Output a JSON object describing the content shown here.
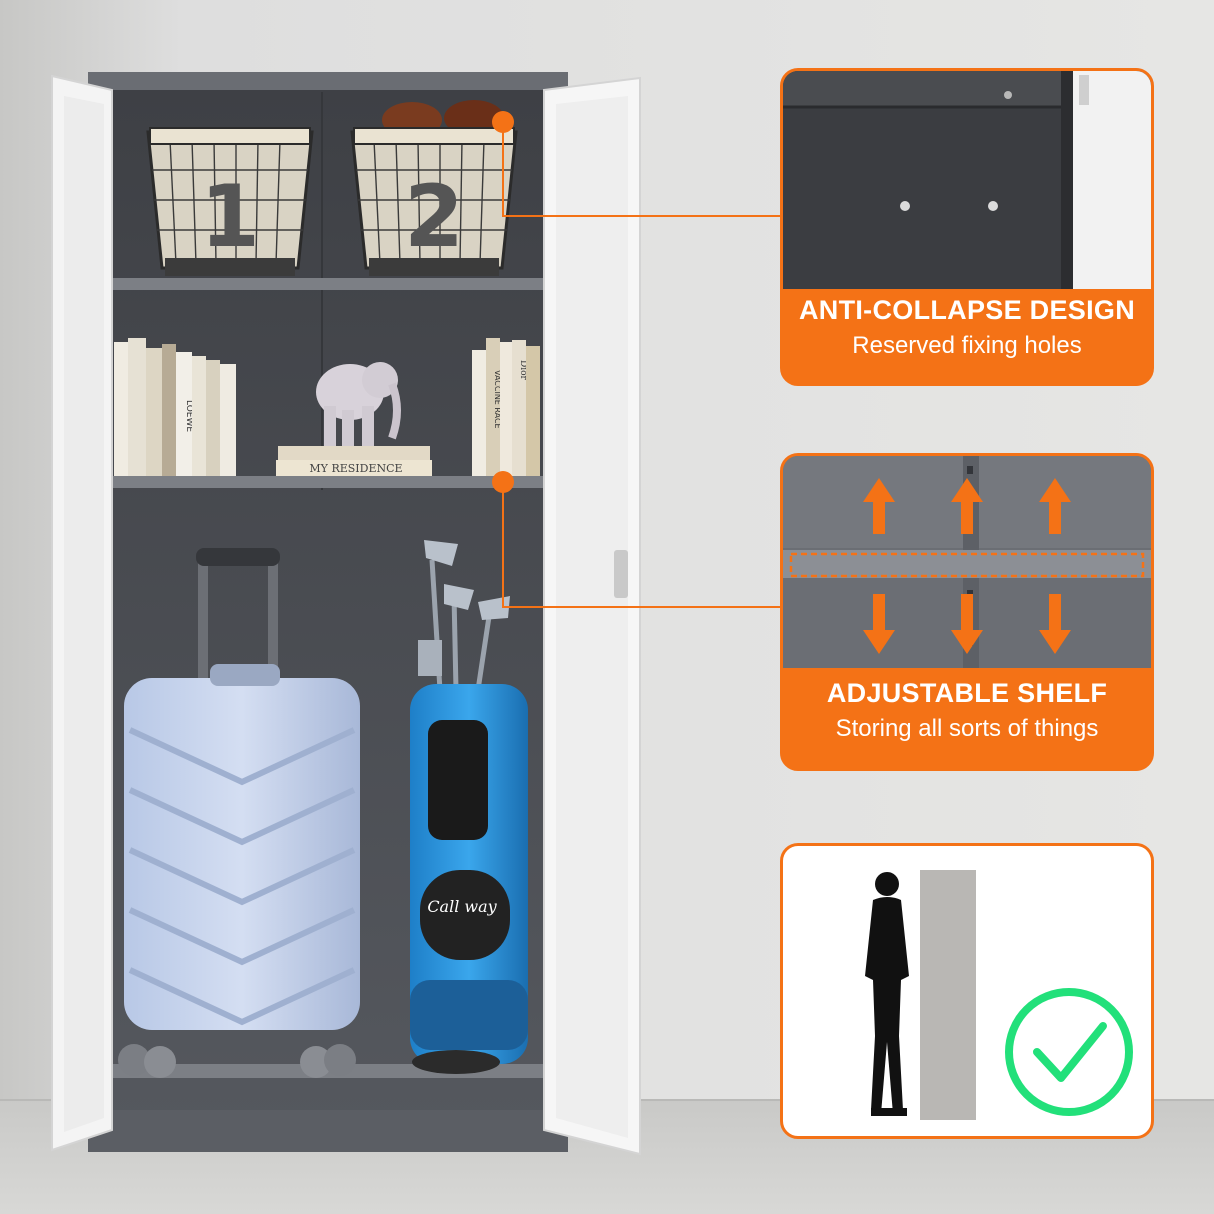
{
  "basket_labels": [
    "1",
    "2"
  ],
  "book_spine_texts": [
    "LOEWE",
    "MY RESIDENCE",
    "VACCINE RACE",
    "Dior"
  ],
  "golf_bag_brand": "Call way",
  "callouts": {
    "anti_collapse": {
      "title": "ANTI-COLLAPSE DESIGN",
      "subtitle": "Reserved fixing holes"
    },
    "adjustable_shelf": {
      "title": "ADJUSTABLE SHELF",
      "subtitle": "Storing all sorts of things"
    },
    "height_comparison": {
      "icons": [
        "person-silhouette-icon",
        "cabinet-bar-icon",
        "green-check-icon"
      ]
    }
  },
  "colors": {
    "accent": "#f47216",
    "cabinet_body": "#5a5d63",
    "cabinet_door": "#f4f4f4",
    "check": "#22e07a",
    "background": "#e4e4e2"
  }
}
